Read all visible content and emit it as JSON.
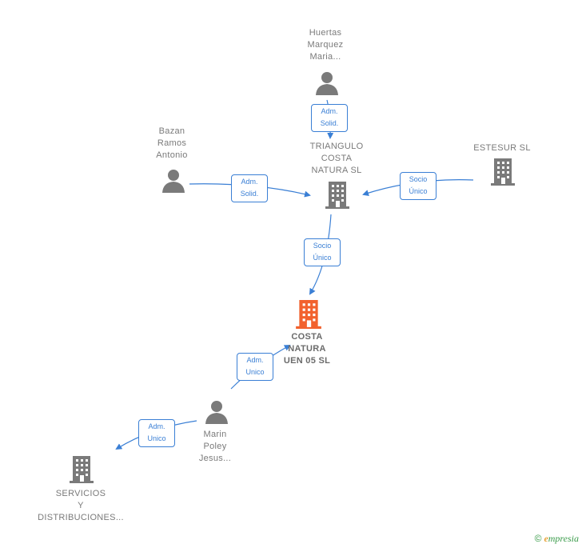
{
  "nodes": {
    "huertas": {
      "label": "Huertas\nMarquez\nMaria...",
      "kind": "person"
    },
    "bazan": {
      "label": "Bazan\nRamos\nAntonio",
      "kind": "person"
    },
    "triangulo": {
      "label": "TRIANGULO\nCOSTA\nNATURA  SL",
      "kind": "company"
    },
    "estesur": {
      "label": "ESTESUR SL",
      "kind": "company"
    },
    "costa_natura": {
      "label": "COSTA\nNATURA\nUEN 05  SL",
      "kind": "company-focus"
    },
    "marin": {
      "label": "Marin\nPoley\nJesus...",
      "kind": "person"
    },
    "servicios": {
      "label": "SERVICIOS\nY\nDISTRIBUCIONES...",
      "kind": "company"
    }
  },
  "edges": {
    "huertas_triangulo": "Adm.\nSolid.",
    "bazan_triangulo": "Adm.\nSolid.",
    "estesur_triangulo": "Socio\nÚnico",
    "triangulo_costa": "Socio\nÚnico",
    "marin_costa": "Adm.\nUnico",
    "marin_servicios": "Adm.\nUnico"
  },
  "brand": {
    "copyright": "©",
    "e_letter": "e",
    "rest": "mpresia"
  },
  "colors": {
    "edge": "#3a7fd5",
    "icon": "#7a7a7a",
    "focus": "#f2622e",
    "brand": "#3a9b4a"
  }
}
